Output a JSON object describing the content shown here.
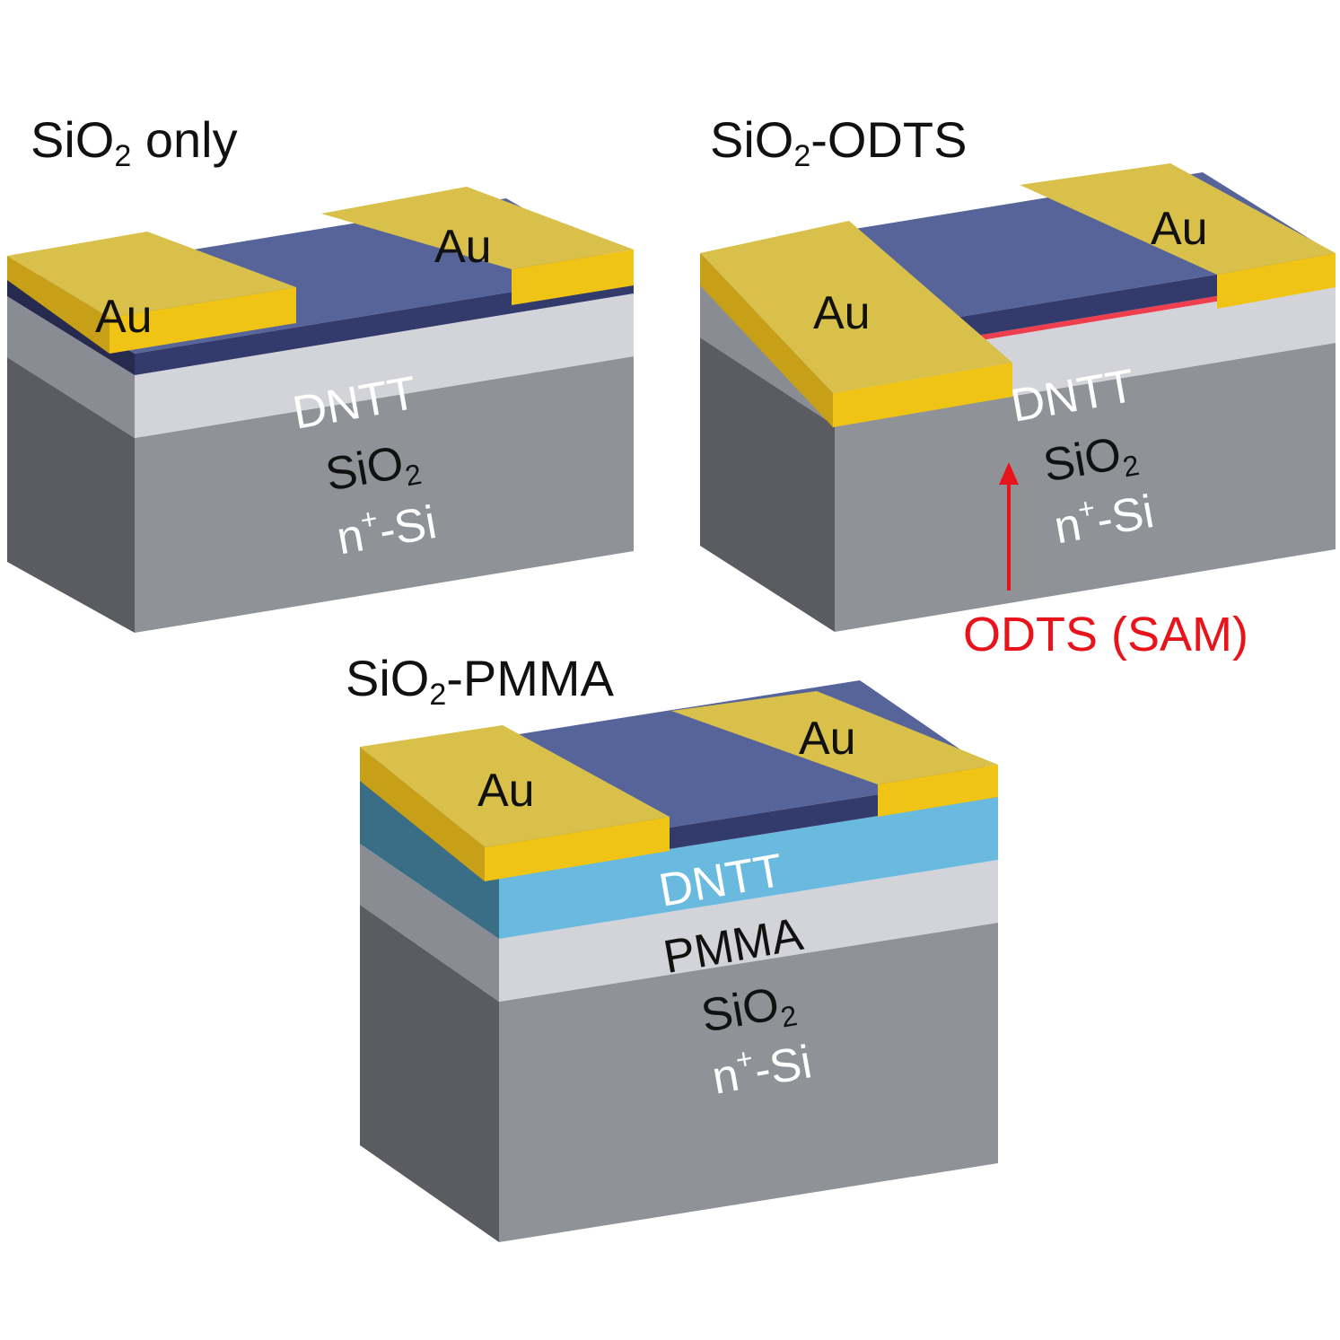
{
  "colors": {
    "gold_top": "#d8c04a",
    "gold_front": "#f0c414",
    "gold_side": "#c8a018",
    "dntt_top": "#56649a",
    "dntt_front": "#333a6c",
    "dntt_side": "#252a4e",
    "sio2_front": "#d3d4da",
    "sio2_side": "#8a8c94",
    "nsi_front": "#8f9297",
    "nsi_side": "#5a5c62",
    "pmma_front": "#6ab9df",
    "pmma_side": "#3a6d86",
    "sam": "#ef3e4e",
    "arrow": "#e8141c",
    "text_dark": "#111111",
    "text_light": "#ffffff"
  },
  "devices": [
    {
      "title_main": "SiO",
      "title_sub": "2",
      "title_rest": " only",
      "contacts": [
        "Au",
        "Au"
      ],
      "layers": [
        {
          "main": "DNTT",
          "sup": "",
          "sub": "",
          "rest": ""
        },
        {
          "main": "SiO",
          "sup": "",
          "sub": "2",
          "rest": ""
        },
        {
          "main": "n",
          "sup": "+",
          "sub": "",
          "rest": "-Si"
        }
      ]
    },
    {
      "title_main": "SiO",
      "title_sub": "2",
      "title_rest": "-ODTS",
      "contacts": [
        "Au",
        "Au"
      ],
      "layers": [
        {
          "main": "DNTT",
          "sup": "",
          "sub": "",
          "rest": ""
        },
        {
          "main": "SiO",
          "sup": "",
          "sub": "2",
          "rest": ""
        },
        {
          "main": "n",
          "sup": "+",
          "sub": "",
          "rest": "-Si"
        }
      ],
      "annotation": "ODTS (SAM)"
    },
    {
      "title_main": "SiO",
      "title_sub": "2",
      "title_rest": "-PMMA",
      "contacts": [
        "Au",
        "Au"
      ],
      "layers": [
        {
          "main": "DNTT",
          "sup": "",
          "sub": "",
          "rest": ""
        },
        {
          "main": "PMMA",
          "sup": "",
          "sub": "",
          "rest": ""
        },
        {
          "main": "SiO",
          "sup": "",
          "sub": "2",
          "rest": ""
        },
        {
          "main": "n",
          "sup": "+",
          "sub": "",
          "rest": "-Si"
        }
      ]
    }
  ]
}
